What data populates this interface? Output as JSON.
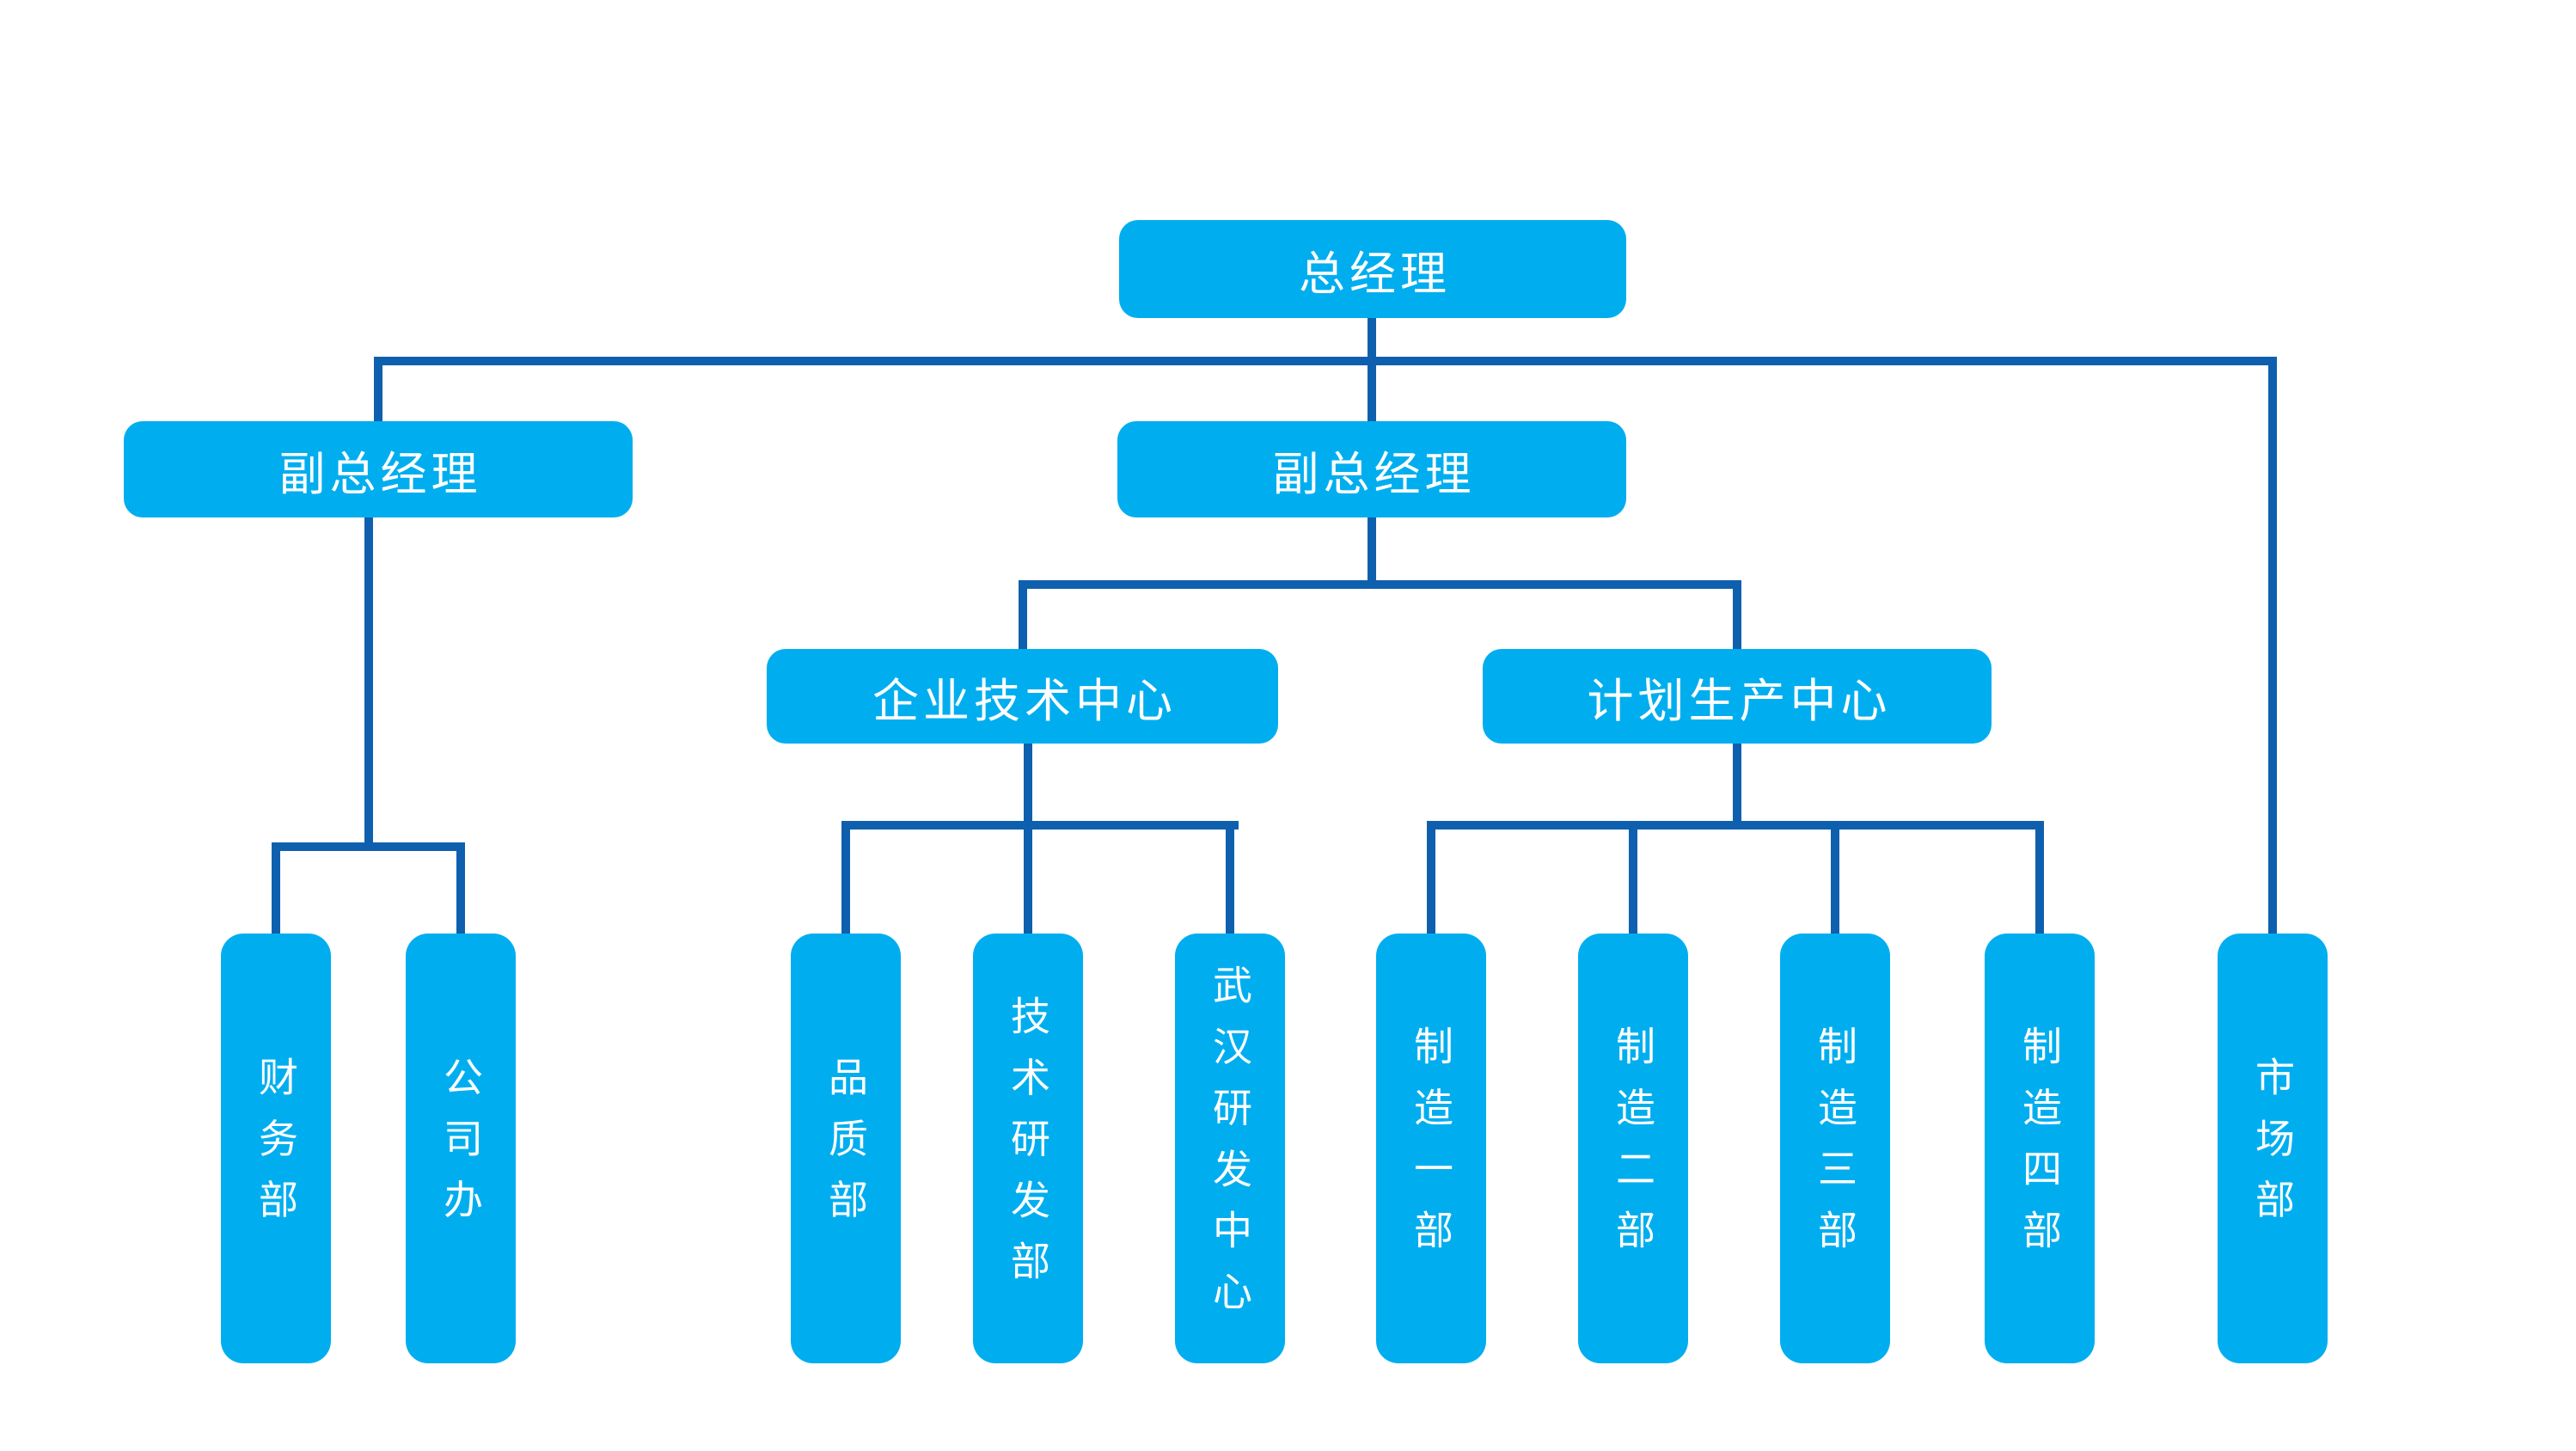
{
  "colors": {
    "node_fill": "#00AEEF",
    "node_text": "#FFFFFF",
    "connector": "#0E60AE",
    "background": "#FFFFFF"
  },
  "nodes": {
    "general_manager": {
      "label": "总经理"
    },
    "deputy_gm_left": {
      "label": "副总经理"
    },
    "deputy_gm_center": {
      "label": "副总经理"
    },
    "enterprise_tech_center": {
      "label": "企业技术中心"
    },
    "planning_production_center": {
      "label": "计划生产中心"
    },
    "finance_dept": {
      "label": "财务部"
    },
    "company_office": {
      "label": "公司办"
    },
    "quality_dept": {
      "label": "品质部"
    },
    "tech_rd_dept": {
      "label": "技术研发部"
    },
    "wuhan_rd_center": {
      "label": "武汉研发中心"
    },
    "manufacturing_dept_1": {
      "label": "制造一部"
    },
    "manufacturing_dept_2": {
      "label": "制造二部"
    },
    "manufacturing_dept_3": {
      "label": "制造三部"
    },
    "manufacturing_dept_4": {
      "label": "制造四部"
    },
    "marketing_dept": {
      "label": "市场部"
    }
  },
  "hierarchy": [
    {
      "parent": "general_manager",
      "child": "deputy_gm_left"
    },
    {
      "parent": "general_manager",
      "child": "deputy_gm_center"
    },
    {
      "parent": "general_manager",
      "child": "marketing_dept"
    },
    {
      "parent": "deputy_gm_left",
      "child": "finance_dept"
    },
    {
      "parent": "deputy_gm_left",
      "child": "company_office"
    },
    {
      "parent": "deputy_gm_center",
      "child": "enterprise_tech_center"
    },
    {
      "parent": "deputy_gm_center",
      "child": "planning_production_center"
    },
    {
      "parent": "enterprise_tech_center",
      "child": "quality_dept"
    },
    {
      "parent": "enterprise_tech_center",
      "child": "tech_rd_dept"
    },
    {
      "parent": "enterprise_tech_center",
      "child": "wuhan_rd_center"
    },
    {
      "parent": "planning_production_center",
      "child": "manufacturing_dept_1"
    },
    {
      "parent": "planning_production_center",
      "child": "manufacturing_dept_2"
    },
    {
      "parent": "planning_production_center",
      "child": "manufacturing_dept_3"
    },
    {
      "parent": "planning_production_center",
      "child": "manufacturing_dept_4"
    }
  ]
}
